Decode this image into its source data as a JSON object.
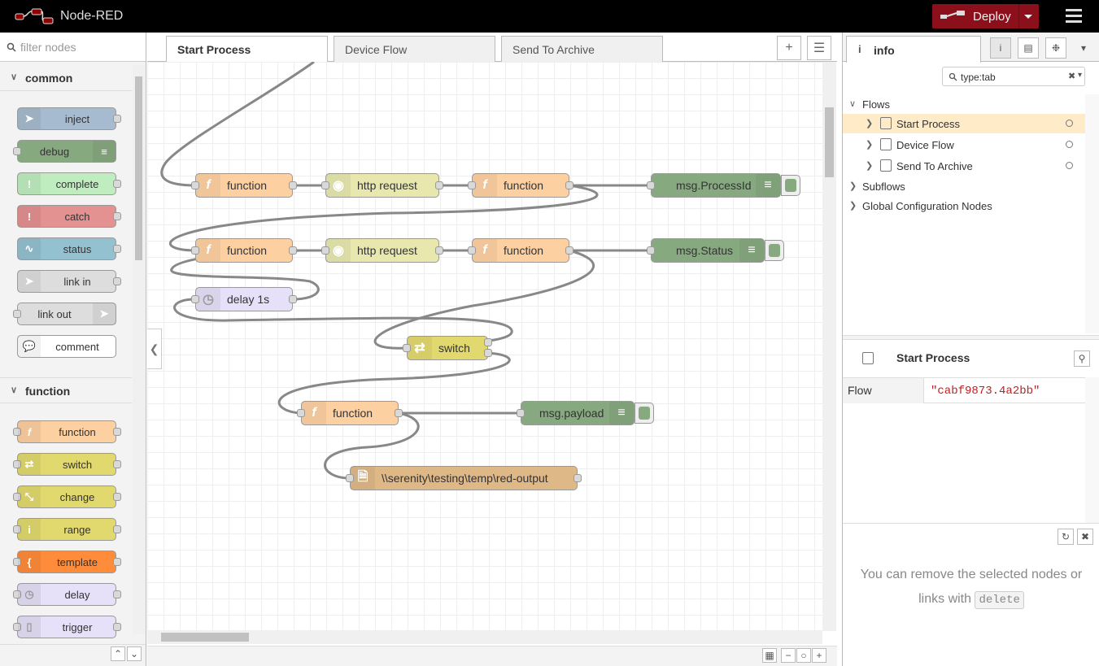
{
  "header": {
    "title": "Node-RED",
    "deploy_label": "Deploy"
  },
  "palette": {
    "filter_placeholder": "filter nodes",
    "categories": [
      {
        "name": "common",
        "nodes": [
          "inject",
          "debug",
          "complete",
          "catch",
          "status",
          "link in",
          "link out",
          "comment"
        ]
      },
      {
        "name": "function",
        "nodes": [
          "function",
          "switch",
          "change",
          "range",
          "template",
          "delay",
          "trigger"
        ]
      }
    ]
  },
  "tabs": {
    "items": [
      "Start Process",
      "Device Flow",
      "Send To Archive"
    ],
    "active": "Start Process"
  },
  "flow_nodes": {
    "fn1": "function",
    "http1": "http request",
    "fn2": "function",
    "dbg1": "msg.ProcessId",
    "fn3": "function",
    "http2": "http request",
    "fn4": "function",
    "dbg2": "msg.Status",
    "delay": "delay 1s",
    "switch": "switch",
    "fn5": "function",
    "dbg3": "msg.payload",
    "file": "\\\\serenity\\testing\\temp\\red-output"
  },
  "sidebar": {
    "tab_label": "info",
    "search_value": "type:tab",
    "tree": {
      "flows_label": "Flows",
      "flows": [
        "Start Process",
        "Device Flow",
        "Send To Archive"
      ],
      "subflows_label": "Subflows",
      "global_label": "Global Configuration Nodes"
    },
    "properties": {
      "title": "Start Process",
      "key": "Flow",
      "value": "\"cabf9873.4a2bb\""
    },
    "tip": {
      "text_before": "You can remove the selected nodes or links with",
      "code": "delete"
    }
  },
  "colors": {
    "function": "#fdd0a2",
    "http": "#e7e7ae",
    "debug": "#87a980",
    "complete": "#c0edc0",
    "catch": "#e49191",
    "status": "#94c1d0",
    "link": "#dddddd",
    "inject": "#a6bbcf",
    "switch": "#e2d96e",
    "delay": "#e6e0f8",
    "template": "#ff8c3a",
    "file": "#deb887",
    "deploy": "#8c101c"
  }
}
